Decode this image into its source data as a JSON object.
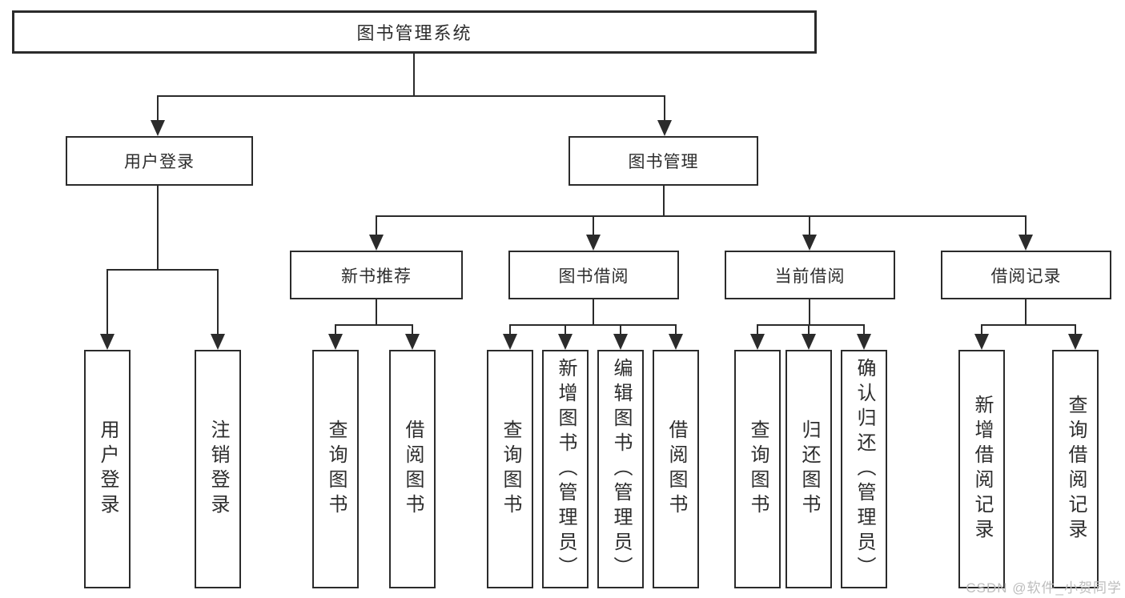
{
  "nodes": {
    "root": {
      "label": "图书管理系统"
    },
    "user_login": {
      "label": "用户登录",
      "children": [
        {
          "label": "用户登录"
        },
        {
          "label": "注销登录"
        }
      ]
    },
    "book_mgmt": {
      "label": "图书管理",
      "children": [
        {
          "label": "新书推荐",
          "children": [
            {
              "label": "查询图书"
            },
            {
              "label": "借阅图书"
            }
          ]
        },
        {
          "label": "图书借阅",
          "children": [
            {
              "label": "查询图书"
            },
            {
              "label": "新增图书（管理员）"
            },
            {
              "label": "编辑图书（管理员）"
            },
            {
              "label": "借阅图书"
            }
          ]
        },
        {
          "label": "当前借阅",
          "children": [
            {
              "label": "查询图书"
            },
            {
              "label": "归还图书"
            },
            {
              "label": "确认归还（管理员）"
            }
          ]
        },
        {
          "label": "借阅记录",
          "children": [
            {
              "label": "新增借阅记录"
            },
            {
              "label": "查询借阅记录"
            }
          ]
        }
      ]
    }
  },
  "watermark": {
    "text": "CSDN @软件_小贺同学"
  },
  "colors": {
    "line": "#2b2b2b",
    "border": "#2b2b2b",
    "text": "#2d2d2d",
    "bg": "#ffffff",
    "watermark": "#bdbdbd"
  }
}
